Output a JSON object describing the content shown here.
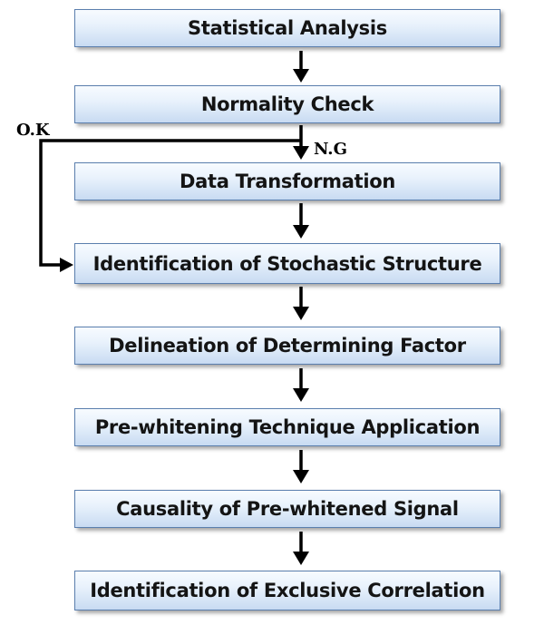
{
  "steps": [
    "Statistical Analysis",
    "Normality Check",
    "Data Transformation",
    "Identification of Stochastic Structure",
    "Delineation of Determining Factor",
    "Pre-whitening Technique Application",
    "Causality of Pre-whitened Signal",
    "Identification of Exclusive Correlation"
  ],
  "labels": {
    "ok": "O.K",
    "ng": "N.G"
  }
}
